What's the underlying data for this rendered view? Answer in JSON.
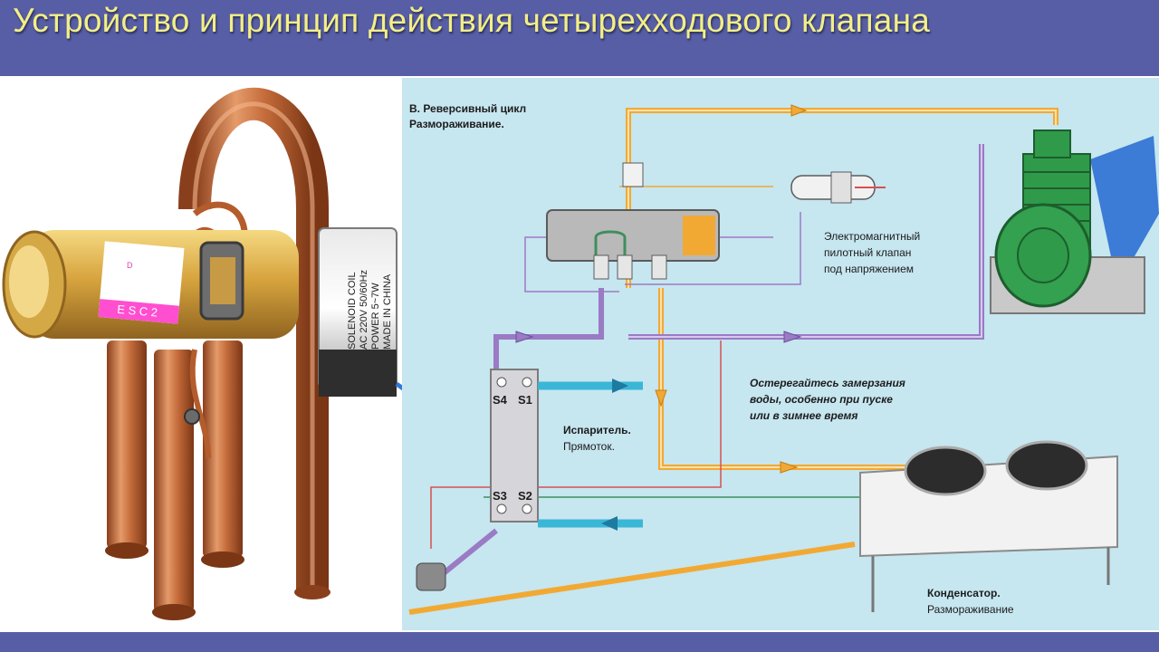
{
  "header": {
    "title": "Устройство и принцип действия четырехходового клапана"
  },
  "photo": {
    "coil_text_line1": "SOLENOID COIL",
    "coil_text_line2": "AC 220V 50/60Hz",
    "coil_text_line3": "POWER 5~7W",
    "coil_text_line4": "MADE IN CHINA",
    "label_ports": "E S C 2",
    "label_d": "D"
  },
  "scheme": {
    "title": "В. Реверсивный цикл\nРазмораживание.",
    "pilot_valve": "Электромагнитный\nпилотный клапан\nпод напряжением",
    "warning": "Остерегайтесь замерзания\nводы, особенно при пуске\nили в зимнее время",
    "evaporator_title": "Испаритель.",
    "evaporator_sub": "Прямоток.",
    "condenser_title": "Конденсатор.",
    "condenser_sub": "Размораживание",
    "ports": {
      "s4": "S4",
      "s1": "S1",
      "s3": "S3",
      "s2": "S2"
    }
  },
  "colors": {
    "header_bg": "#575ea6",
    "title_text": "#f3ef86",
    "scheme_bg": "#c6e6f0",
    "hot_line": "#f2a933",
    "suction_line": "#9a7bc4",
    "water_line": "#3ab7d6",
    "compressor": "#2f9a4a",
    "copper": "#c46b3a"
  }
}
